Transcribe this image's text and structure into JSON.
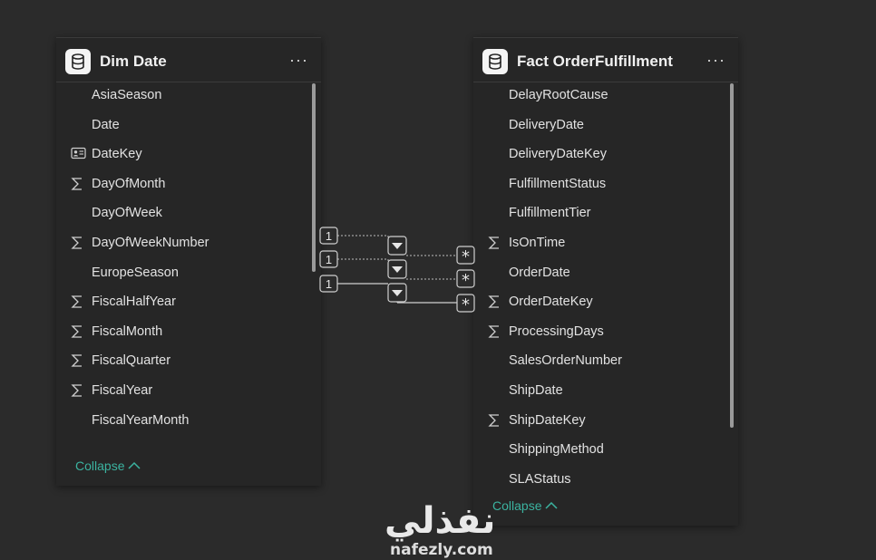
{
  "left_table": {
    "title": "Dim Date",
    "more_label": "···",
    "collapse_label": "Collapse",
    "fields": [
      {
        "name": "AsiaSeason",
        "icon": "none"
      },
      {
        "name": "Date",
        "icon": "none"
      },
      {
        "name": "DateKey",
        "icon": "key-card-icon"
      },
      {
        "name": "DayOfMonth",
        "icon": "sigma-icon"
      },
      {
        "name": "DayOfWeek",
        "icon": "none"
      },
      {
        "name": "DayOfWeekNumber",
        "icon": "sigma-icon"
      },
      {
        "name": "EuropeSeason",
        "icon": "none"
      },
      {
        "name": "FiscalHalfYear",
        "icon": "sigma-icon"
      },
      {
        "name": "FiscalMonth",
        "icon": "sigma-icon"
      },
      {
        "name": "FiscalQuarter",
        "icon": "sigma-icon"
      },
      {
        "name": "FiscalYear",
        "icon": "sigma-icon"
      },
      {
        "name": "FiscalYearMonth",
        "icon": "none"
      }
    ]
  },
  "right_table": {
    "title": "Fact OrderFulfillment",
    "more_label": "···",
    "collapse_label": "Collapse",
    "fields": [
      {
        "name": "DelayRootCause",
        "icon": "none"
      },
      {
        "name": "DeliveryDate",
        "icon": "none"
      },
      {
        "name": "DeliveryDateKey",
        "icon": "none"
      },
      {
        "name": "FulfillmentStatus",
        "icon": "none"
      },
      {
        "name": "FulfillmentTier",
        "icon": "none"
      },
      {
        "name": "IsOnTime",
        "icon": "sigma-icon"
      },
      {
        "name": "OrderDate",
        "icon": "none"
      },
      {
        "name": "OrderDateKey",
        "icon": "sigma-icon"
      },
      {
        "name": "ProcessingDays",
        "icon": "sigma-icon"
      },
      {
        "name": "SalesOrderNumber",
        "icon": "none"
      },
      {
        "name": "ShipDate",
        "icon": "none"
      },
      {
        "name": "ShipDateKey",
        "icon": "sigma-icon"
      },
      {
        "name": "ShippingMethod",
        "icon": "none"
      },
      {
        "name": "SLAStatus",
        "icon": "none"
      }
    ]
  },
  "relationships": [
    {
      "from_cardinality": "1",
      "to_cardinality": "*",
      "style": "inactive-dashed"
    },
    {
      "from_cardinality": "1",
      "to_cardinality": "*",
      "style": "inactive-dashed"
    },
    {
      "from_cardinality": "1",
      "to_cardinality": "*",
      "style": "active-solid"
    }
  ],
  "watermark": {
    "arabic": "نفذلي",
    "url": "nafezly.com"
  },
  "colors": {
    "background": "#2b2b2b",
    "card": "#262626",
    "accent": "#3bb3a0",
    "text": "#e2e2e2"
  }
}
